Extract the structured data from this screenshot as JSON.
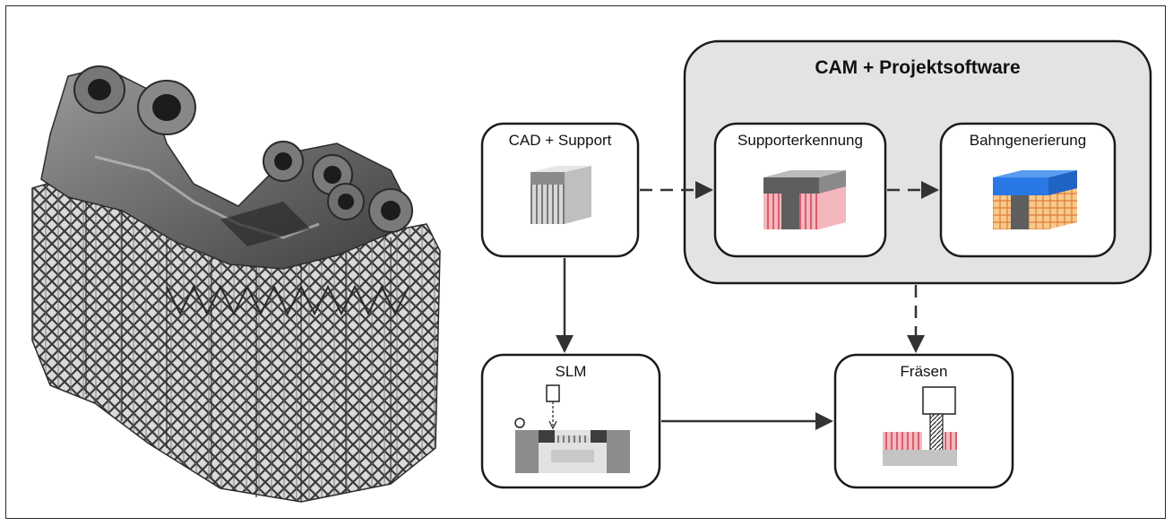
{
  "diagram": {
    "group_title": "CAM + Projektsoftware",
    "nodes": {
      "cad": "CAD + Support",
      "supporterkennung": "Supporterkennung",
      "bahngenerierung": "Bahngenerierung",
      "slm": "SLM",
      "fraesen": "Fräsen"
    },
    "edges": [
      {
        "from": "cad",
        "to": "supporterkennung",
        "style": "dashed"
      },
      {
        "from": "supporterkennung",
        "to": "bahngenerierung",
        "style": "dashed"
      },
      {
        "from": "cad",
        "to": "slm",
        "style": "solid"
      },
      {
        "from": "cam-group",
        "to": "fraesen",
        "style": "dashed"
      },
      {
        "from": "slm",
        "to": "fraesen",
        "style": "solid"
      }
    ]
  },
  "colors": {
    "group_fill": "#e3e3e3",
    "support_red": "#f08a95",
    "path_blue": "#2a78e6",
    "path_orange": "#f2a545",
    "metal_dark": "#5e5e5e",
    "metal_light": "#bdbdbd"
  }
}
